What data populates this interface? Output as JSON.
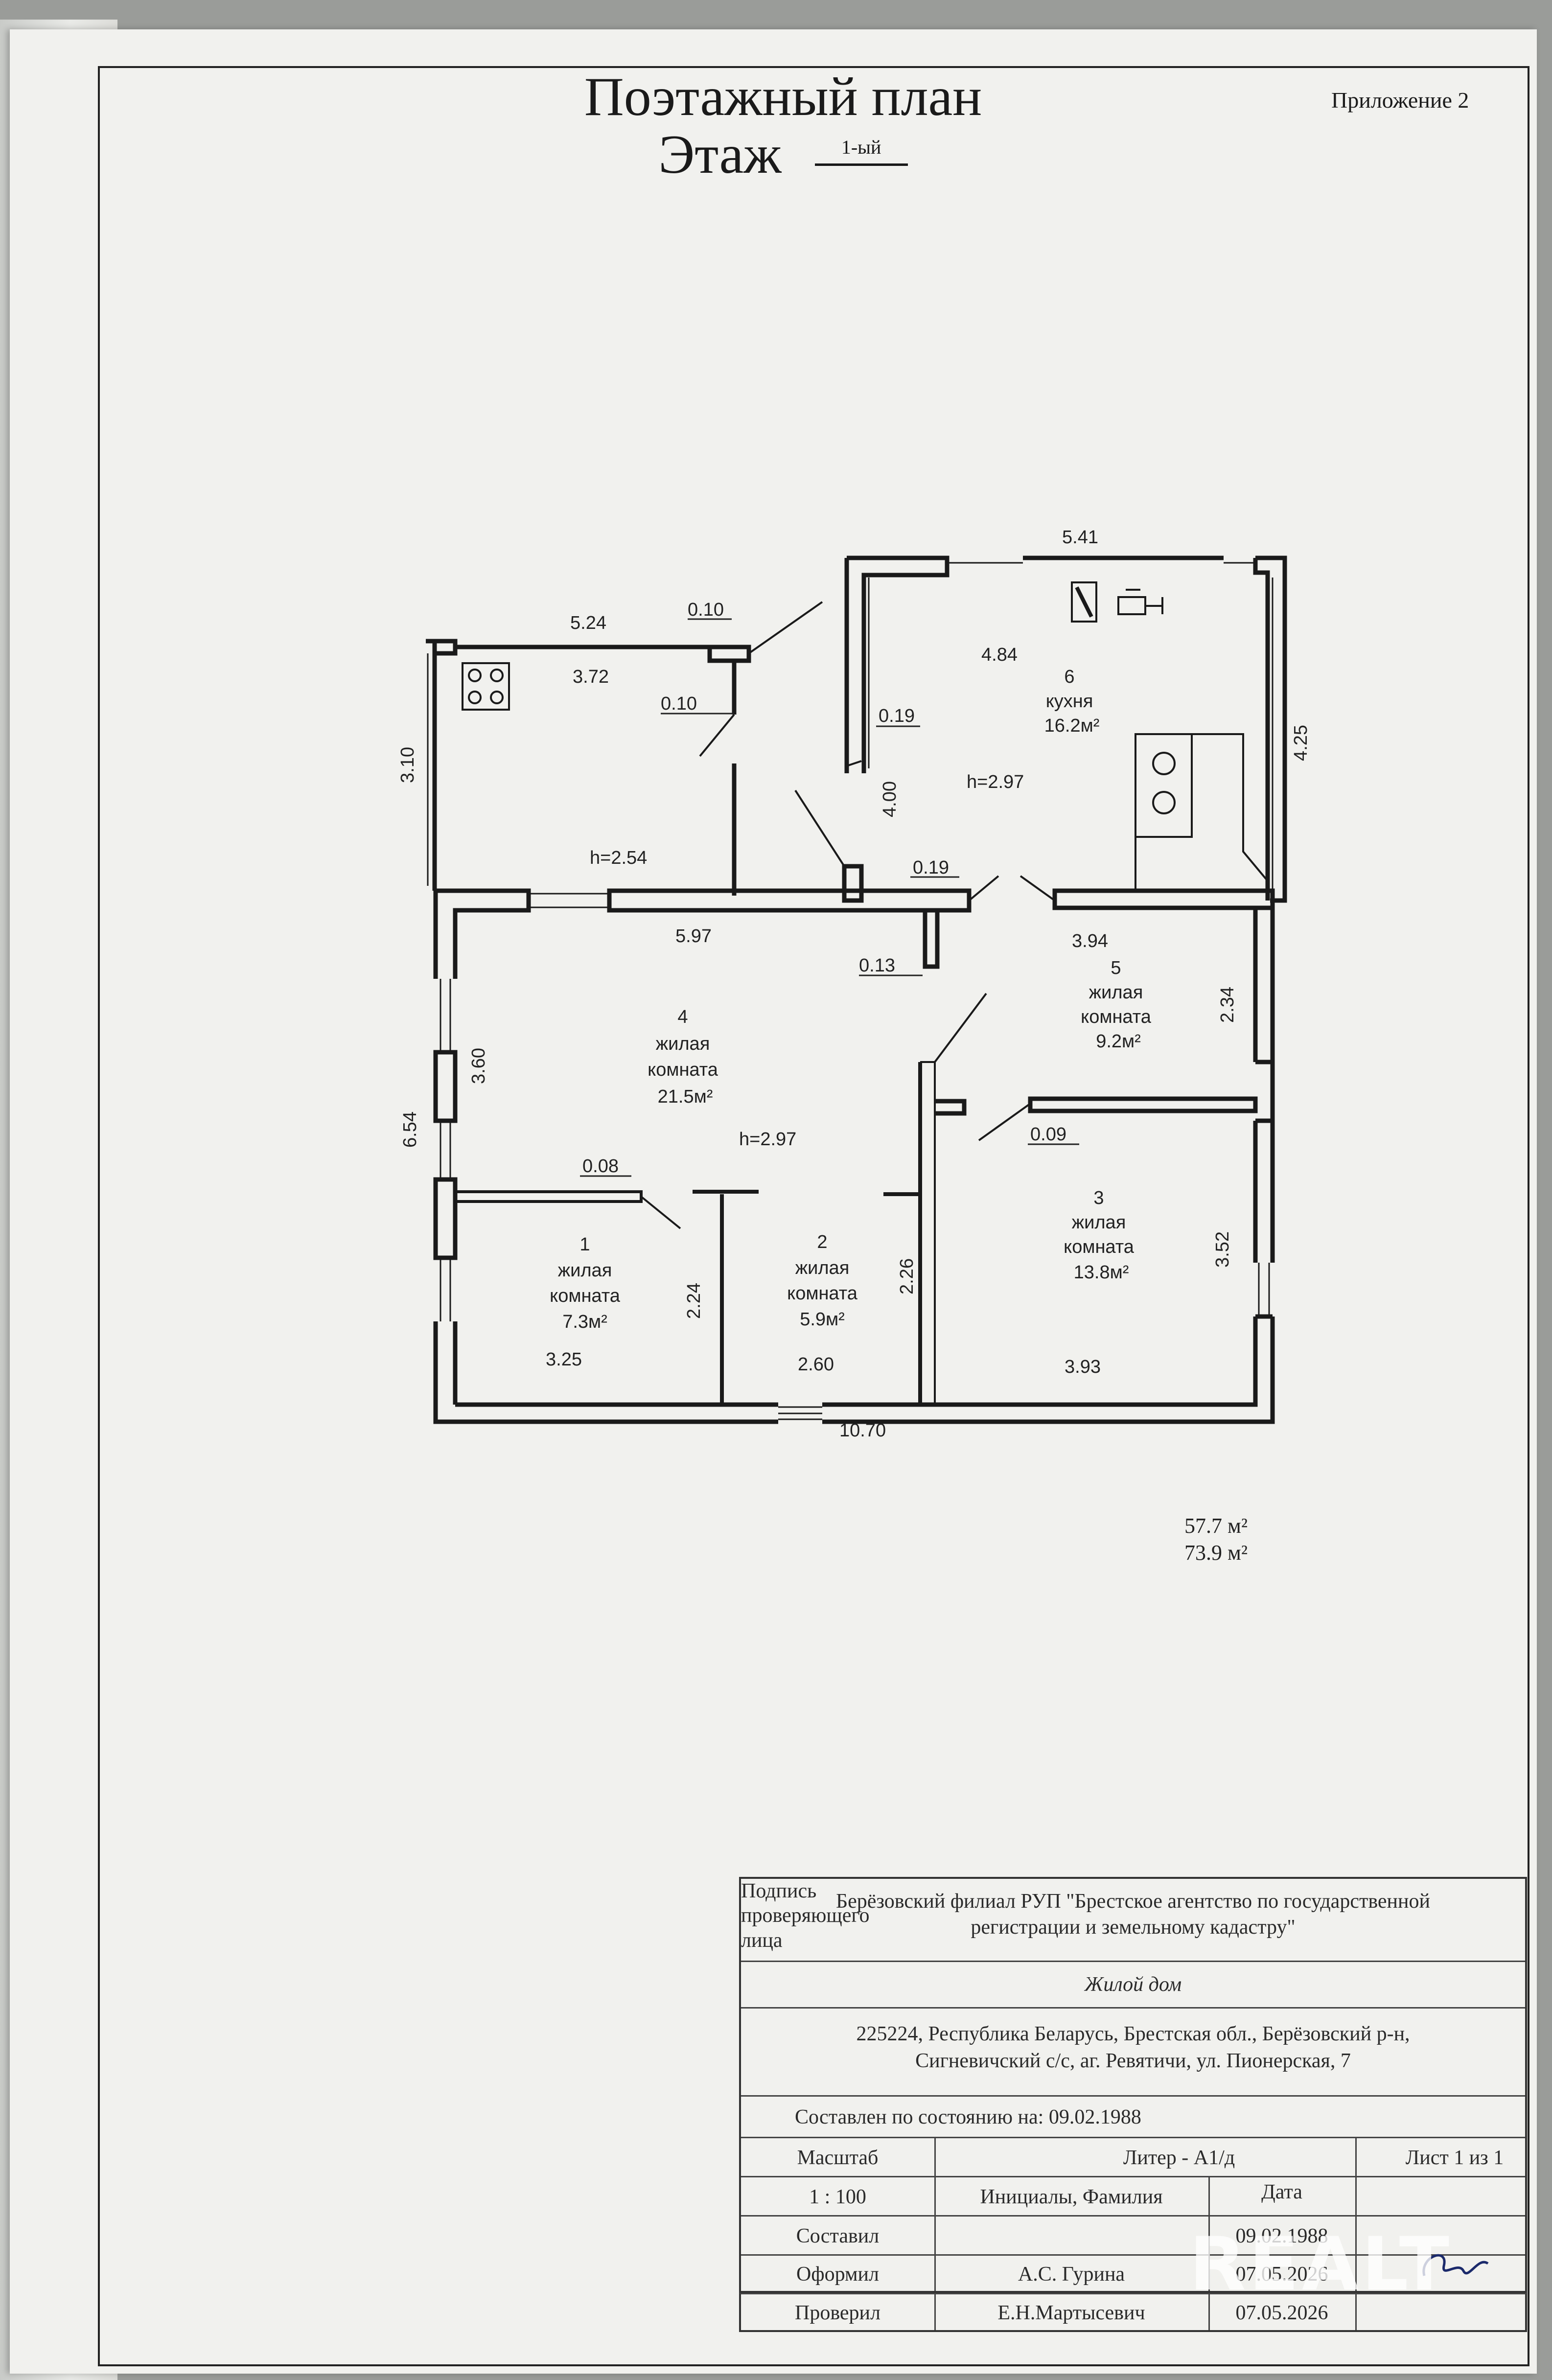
{
  "header": {
    "title": "Поэтажный план",
    "floor_prefix": "Этаж",
    "floor_value": "1-ый",
    "appendix": "Приложение 2"
  },
  "plan": {
    "dims": {
      "top_overall": "5.41",
      "left_top_width": "5.24",
      "wall_a": "0.10",
      "room_width_a": "3.72",
      "wall_b": "0.10",
      "left_top_height": "3.10",
      "kitchen_width": "4.84",
      "kitchen_wall": "0.19",
      "kitchen_height": "4.00",
      "kitchen_right": "4.25",
      "h_left_top": "h=2.54",
      "h_kitchen": "h=2.97",
      "wall_mid": "0.19",
      "room4_width": "5.97",
      "room5_width": "3.94",
      "wall_c": "0.13",
      "room5_height": "2.34",
      "room4_height": "3.60",
      "left_overall": "6.54",
      "h_room4": "h=2.97",
      "wall_d": "0.08",
      "wall_e": "0.09",
      "room3_height": "3.52",
      "room2_height": "2.26",
      "room1_height": "2.24",
      "room1_width": "3.25",
      "room2_width": "2.60",
      "room3_width": "3.93",
      "bottom_overall": "10.70"
    },
    "rooms": {
      "r6": {
        "num": "6",
        "name": "кухня",
        "area": "16.2м²"
      },
      "r5": {
        "num": "5",
        "name1": "жилая",
        "name2": "комната",
        "area": "9.2м²"
      },
      "r4": {
        "num": "4",
        "name1": "жилая",
        "name2": "комната",
        "area": "21.5м²"
      },
      "r3": {
        "num": "3",
        "name1": "жилая",
        "name2": "комната",
        "area": "13.8м²"
      },
      "r2": {
        "num": "2",
        "name1": "жилая",
        "name2": "комната",
        "area": "5.9м²"
      },
      "r1": {
        "num": "1",
        "name1": "жилая",
        "name2": "комната",
        "area": "7.3м²"
      }
    }
  },
  "totals": {
    "living": "57.7 м²",
    "total": "73.9 м²"
  },
  "stamp": {
    "org_line1": "Берёзовский филиал РУП \"Брестское агентство по государственной",
    "org_line2": "регистрации и земельному кадастру\"",
    "object": "Жилой дом",
    "address_line1": "225224, Республика Беларусь, Брестская обл., Берёзовский р-н,",
    "address_line2": "Сигневичский с/с, аг. Ревятичи, ул. Пионерская, 7",
    "as_of_label": "Составлен по состоянию на:",
    "as_of_date": "09.02.1988",
    "scale_label": "Масштаб",
    "scale_value": "1 : 100",
    "liter": "Литер - А1/д",
    "sheet": "Лист 1 из 1",
    "initials_label": "Инициалы, Фамилия",
    "date_label": "Дата",
    "signature_label_1": "Подпись",
    "signature_label_2": "проверяющего",
    "signature_label_3": "лица",
    "compiled_label": "Составил",
    "compiled_date": "09.02.1988",
    "formatted_label": "Оформил",
    "formatted_name": "А.С. Гурина",
    "formatted_date": "07.05.2026",
    "checked_label": "Проверил",
    "checked_name": "Е.Н.Мартысевич",
    "checked_date": "07.05.2026"
  },
  "watermark": "REALT"
}
